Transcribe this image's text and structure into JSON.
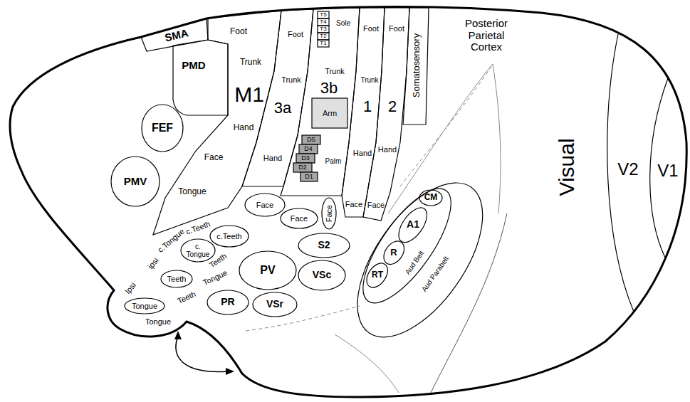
{
  "diagram": {
    "nodes": [
      {
        "text": [
          "SMA"
        ]
      },
      {
        "text": [
          "PMD"
        ]
      },
      {
        "text": [
          "FEF"
        ]
      },
      {
        "text": [
          "PMV"
        ]
      },
      {
        "text": [
          "Foot",
          "Trunk",
          "M1",
          "Hand",
          "Face",
          "Tongue"
        ]
      },
      {
        "text": [
          "Foot",
          "Trunk",
          "3a",
          "Hand"
        ]
      },
      {
        "text": [
          "Sole",
          "Trunk",
          "3b",
          "Palm"
        ]
      },
      {
        "text": [
          "T5"
        ],
        "in": 6
      },
      {
        "text": [
          "T4"
        ],
        "in": 6
      },
      {
        "text": [
          "T3"
        ],
        "in": 6
      },
      {
        "text": [
          "T2"
        ],
        "in": 6
      },
      {
        "text": [
          "T1"
        ],
        "in": 6
      },
      {
        "text": [
          "Arm"
        ],
        "in": 6
      },
      {
        "text": [
          "D5"
        ],
        "in": 6
      },
      {
        "text": [
          "D4"
        ],
        "in": 6
      },
      {
        "text": [
          "D3"
        ],
        "in": 6
      },
      {
        "text": [
          "D2"
        ],
        "in": 6
      },
      {
        "text": [
          "D1"
        ],
        "in": 6
      },
      {
        "text": [
          "Foot",
          "Trunk",
          "1",
          "Hand",
          "Face"
        ]
      },
      {
        "text": [
          "Foot",
          "2",
          "Hand",
          "Face"
        ]
      },
      {
        "text": [
          "Somatosensory"
        ]
      },
      {
        "text": [
          "Face"
        ]
      },
      {
        "text": [
          "Face"
        ]
      },
      {
        "text": [
          "Face"
        ]
      },
      {
        "text": [
          "c.Teeth"
        ]
      },
      {
        "text": [
          "c. Tongue"
        ]
      },
      {
        "text": [
          "Teeth"
        ]
      },
      {
        "text": [
          "Tongue"
        ]
      },
      {
        "text": [
          "S2"
        ]
      },
      {
        "text": [
          "PV"
        ]
      },
      {
        "text": [
          "VSc"
        ]
      },
      {
        "text": [
          "PR"
        ]
      },
      {
        "text": [
          "VSr"
        ]
      },
      {
        "text": [
          "Aud Parabelt"
        ]
      },
      {
        "text": [
          "Aud Belt"
        ],
        "in": 33
      },
      {
        "text": [
          "CM"
        ],
        "in": 34
      },
      {
        "text": [
          "A1"
        ],
        "in": 34
      },
      {
        "text": [
          "R"
        ],
        "in": 34
      },
      {
        "text": [
          "RT"
        ],
        "in": 34
      },
      {
        "text": [
          "V2"
        ]
      },
      {
        "text": [
          "V1"
        ]
      }
    ],
    "labels": [
      "Posterior Parietal Cortex",
      "Visual",
      "c.Teeth",
      "c.Tongue",
      "ipsi",
      "Teeth",
      "Tongue",
      "Teeth",
      "Ipsi",
      "Tongue"
    ]
  }
}
